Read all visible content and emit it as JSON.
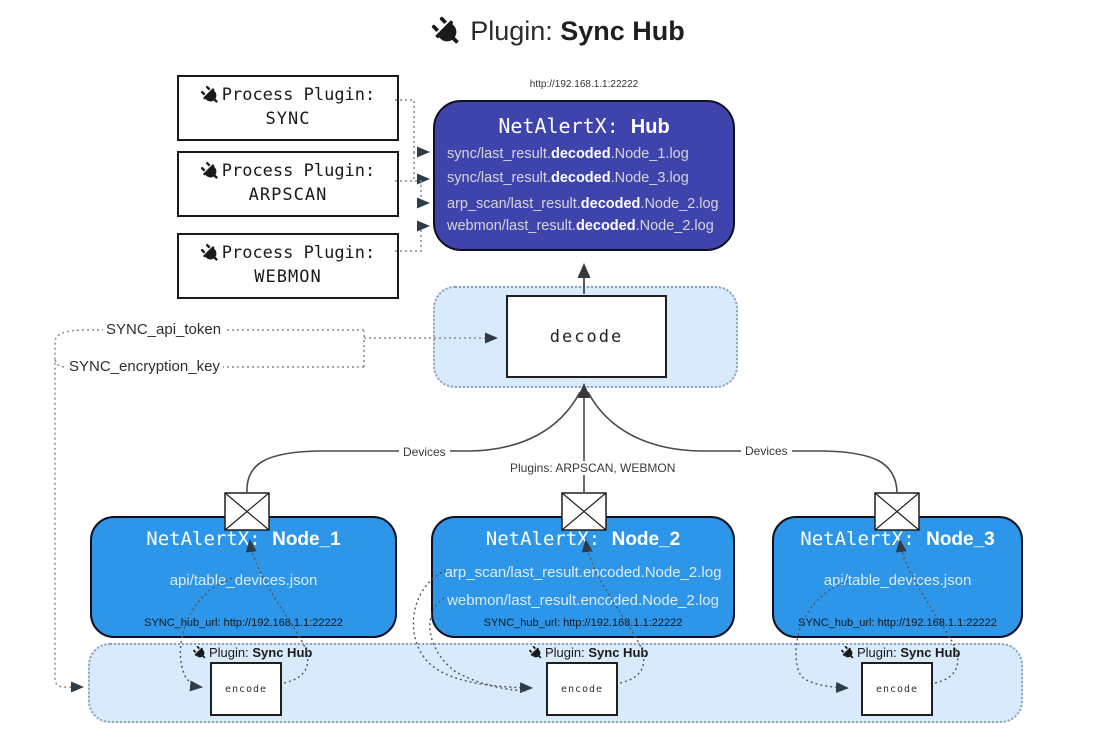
{
  "title": {
    "prefix": "Plugin: ",
    "bold": "Sync Hub"
  },
  "process_plugins": {
    "heading": "Process Plugin:",
    "items": [
      {
        "name": "SYNC"
      },
      {
        "name": "ARPSCAN"
      },
      {
        "name": "WEBMON"
      }
    ]
  },
  "hub": {
    "url": "http://192.168.1.1:22222",
    "title_prefix": "NetAlertX: ",
    "title_bold": "Hub",
    "logs": [
      {
        "pre": "sync/last_result.",
        "bold": "decoded",
        "post": ".Node_1.log"
      },
      {
        "pre": "sync/last_result.",
        "bold": "decoded",
        "post": ".Node_3.log"
      },
      {
        "pre": "arp_scan/last_result.",
        "bold": "decoded",
        "post": ".Node_2.log"
      },
      {
        "pre": "webmon/last_result.",
        "bold": "decoded",
        "post": ".Node_2.log"
      }
    ]
  },
  "decode_box": {
    "label": "decode"
  },
  "links": {
    "api_token": "SYNC_api_token",
    "encryption_key": "SYNC_encryption_key",
    "devices_left": "Devices",
    "plugins_middle": "Plugins: ARPSCAN, WEBMON",
    "devices_right": "Devices"
  },
  "nodes": [
    {
      "title_prefix": "NetAlertX: ",
      "title_bold": "Node_1",
      "files": [
        "api/table_devices.json"
      ],
      "hub_url": "SYNC_hub_url: http://192.168.1.1:22222"
    },
    {
      "title_prefix": "NetAlertX: ",
      "title_bold": "Node_2",
      "files": [
        "arp_scan/last_result.encoded.Node_2.log",
        "webmon/last_result.encoded.Node_2.log"
      ],
      "hub_url": "SYNC_hub_url: http://192.168.1.1:22222"
    },
    {
      "title_prefix": "NetAlertX: ",
      "title_bold": "Node_3",
      "files": [
        "api/table_devices.json"
      ],
      "hub_url": "SYNC_hub_url: http://192.168.1.1:22222"
    }
  ],
  "encode_section": {
    "label_prefix": "Plugin: ",
    "label_bold": "Sync Hub",
    "encode_label": "encode"
  },
  "colors": {
    "hub_fill": "#3e44ab",
    "node_fill": "#2d96e8",
    "region_fill": "#d8eafb",
    "log_text": "#d6d6d6"
  }
}
